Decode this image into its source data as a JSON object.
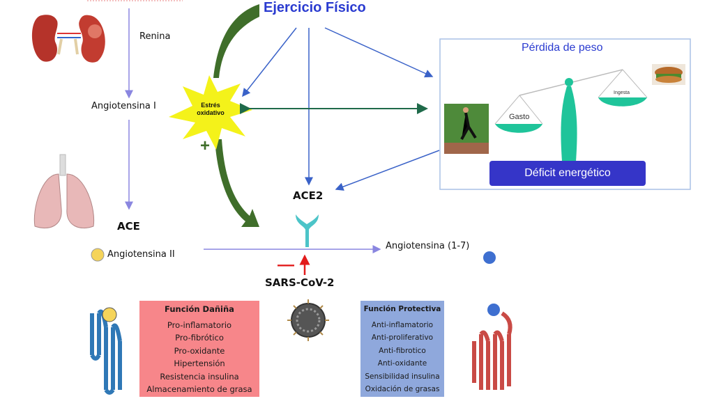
{
  "title": "Ejercicio Físico",
  "pathway": {
    "renin": "Renina",
    "angiotensin_1": "Angiotensina I",
    "ace": "ACE",
    "angiotensin_2": "Angiotensina II",
    "ace2": "ACE2",
    "angiotensin_1_7": "Angiotensina (1-7)",
    "virus": "SARS-CoV-2",
    "minus_sign": "—",
    "plus_sign": "+"
  },
  "oxidative_stress": "Estrés oxidativo",
  "weight_loss": {
    "title": "Pérdida de peso",
    "expenditure": "Gasto",
    "intake": "Ingesta",
    "deficit": "Déficit energético"
  },
  "harmful": {
    "title": "Función Dañiña",
    "items": [
      "Pro-inflamatorio",
      "Pro-fibrótico",
      "Pro-oxidante",
      "Hipertensión",
      "Resistencia insulina",
      "Almacenamiento de grasa"
    ]
  },
  "protective": {
    "title": "Función Protectiva",
    "items": [
      "Anti-inflamatorio",
      "Anti-proliferativo",
      "Anti-fibrotico",
      "Anti-oxidante",
      "Sensibilidad insulina",
      "Oxidación de grasas"
    ]
  },
  "colors": {
    "title_blue": "#2a3bd0",
    "arrow_blue": "#3a62c8",
    "pathway_arrow": "#8a86e0",
    "green_arrow": "#3f6e2a",
    "teal": "#1fc49a",
    "deficit_box": "#3535c8",
    "harmful_box": "#f7868a",
    "protective_box": "#8fa8dc",
    "star": "#f4f21a"
  }
}
